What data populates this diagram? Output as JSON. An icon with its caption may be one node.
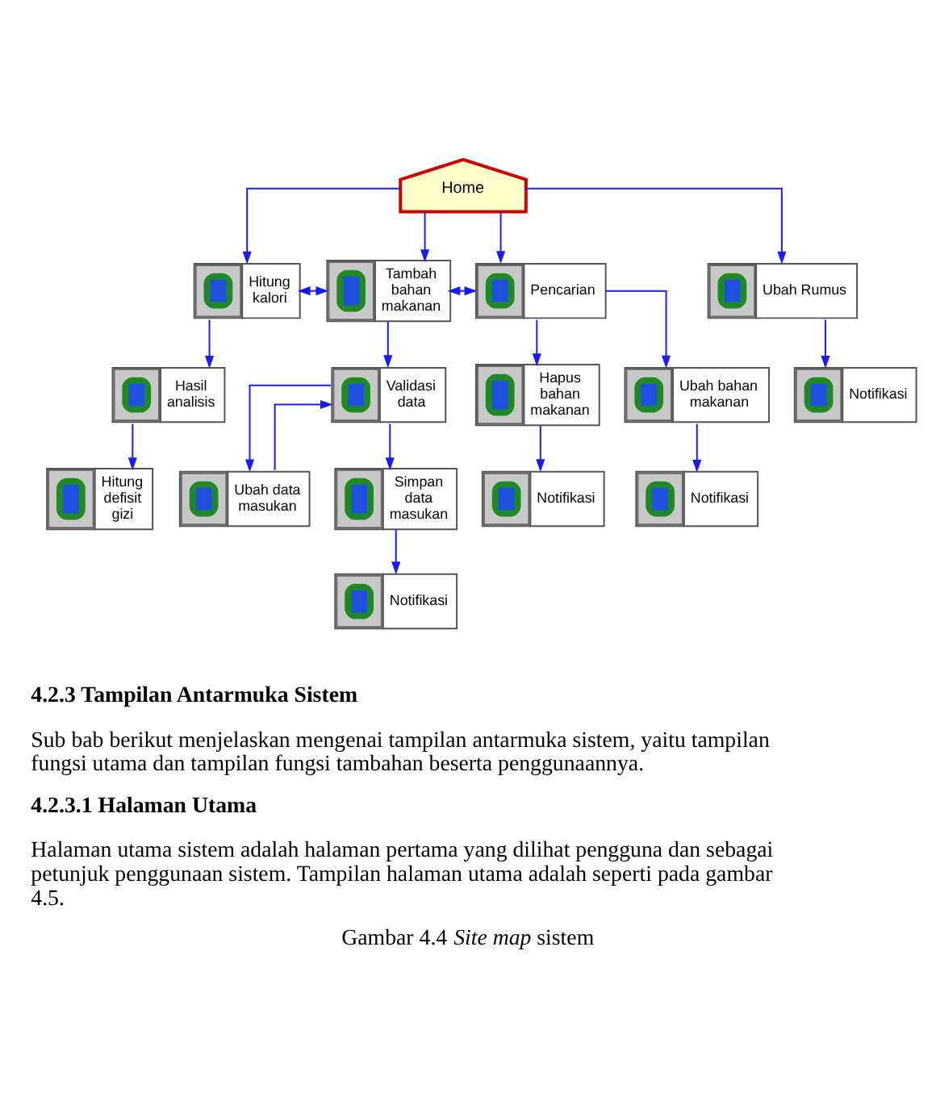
{
  "diagram": {
    "caption": "Gambar 4.4 *Site map* sistem",
    "nodes": [
      {
        "text": [
          "Home"
        ]
      },
      {
        "text": [
          "Hitung kalori"
        ]
      },
      {
        "text": [
          "Tambah bahan makanan"
        ]
      },
      {
        "text": [
          "Pencarian"
        ]
      },
      {
        "text": [
          "Ubah Rumus"
        ]
      },
      {
        "text": [
          "Hasil analisis"
        ]
      },
      {
        "text": [
          "Validasi data"
        ]
      },
      {
        "text": [
          "Hapus bahan makanan"
        ]
      },
      {
        "text": [
          "Ubah bahan makanan"
        ]
      },
      {
        "text": [
          "Notifikasi"
        ]
      },
      {
        "text": [
          "Hitung defisit gizi"
        ]
      },
      {
        "text": [
          "Ubah data masukan"
        ]
      },
      {
        "text": [
          "Simpan data masukan"
        ]
      },
      {
        "text": [
          "Notifikasi"
        ]
      },
      {
        "text": [
          "Notifikasi"
        ]
      },
      {
        "text": [
          "Notifikasi"
        ]
      }
    ],
    "edges": [
      {
        "from": 0,
        "to": 1,
        "arrow": "to"
      },
      {
        "from": 0,
        "to": 2,
        "arrow": "to"
      },
      {
        "from": 0,
        "to": 3,
        "arrow": "to"
      },
      {
        "from": 0,
        "to": 4,
        "arrow": "to"
      },
      {
        "from": 1,
        "to": 2,
        "arrow": "both"
      },
      {
        "from": 2,
        "to": 3,
        "arrow": "both"
      },
      {
        "from": 1,
        "to": 5,
        "arrow": "to"
      },
      {
        "from": 5,
        "to": 10,
        "arrow": "to"
      },
      {
        "from": 2,
        "to": 6,
        "arrow": "to"
      },
      {
        "from": 6,
        "to": 11,
        "arrow": "to"
      },
      {
        "from": 6,
        "to": 12,
        "arrow": "to"
      },
      {
        "from": 11,
        "to": 6,
        "arrow": "to"
      },
      {
        "from": 12,
        "to": 15,
        "arrow": "to"
      },
      {
        "from": 3,
        "to": 7,
        "arrow": "to"
      },
      {
        "from": 3,
        "to": 8,
        "arrow": "to"
      },
      {
        "from": 7,
        "to": 13,
        "arrow": "to"
      },
      {
        "from": 8,
        "to": 14,
        "arrow": "to"
      },
      {
        "from": 4,
        "to": 9,
        "arrow": "to"
      }
    ],
    "labels": [
      "4.2.3 Tampilan Antarmuka Sistem",
      "Sub bab berikut menjelaskan mengenai tampilan antarmuka sistem, yaitu tampilan fungsi utama dan tampilan fungsi tambahan beserta penggunaannya.",
      "4.2.3.1 Halaman Utama",
      "Halaman utama sistem adalah halaman pertama yang dilihat pengguna dan sebagai petunjuk penggunaan sistem. Tampilan halaman utama adalah seperti pada gambar 4.5."
    ]
  }
}
